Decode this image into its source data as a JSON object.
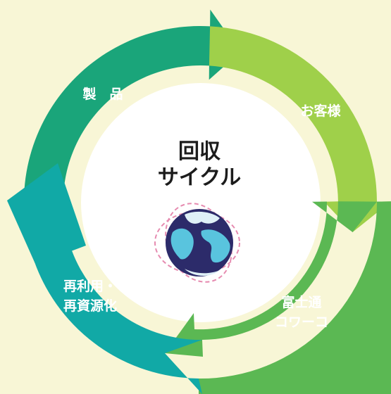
{
  "center": {
    "line1": "回収",
    "line2": "サイクル"
  },
  "stages": {
    "product": "製　品",
    "customer": "お客様",
    "fujitsu_line1": "富士通",
    "fujitsu_line2": "コワーコ",
    "reuse_line1": "再利用・",
    "reuse_line2": "再資源化"
  },
  "colors": {
    "background": "#f8f6d6",
    "teal_green": "#1aa57a",
    "light_green": "#9fd04a",
    "green": "#5bb853",
    "teal": "#11a9a6",
    "globe_ocean": "#2c2b6a",
    "globe_land": "#59c4de",
    "orbit": "#e68bb0"
  },
  "icons": [
    "globe-icon"
  ]
}
